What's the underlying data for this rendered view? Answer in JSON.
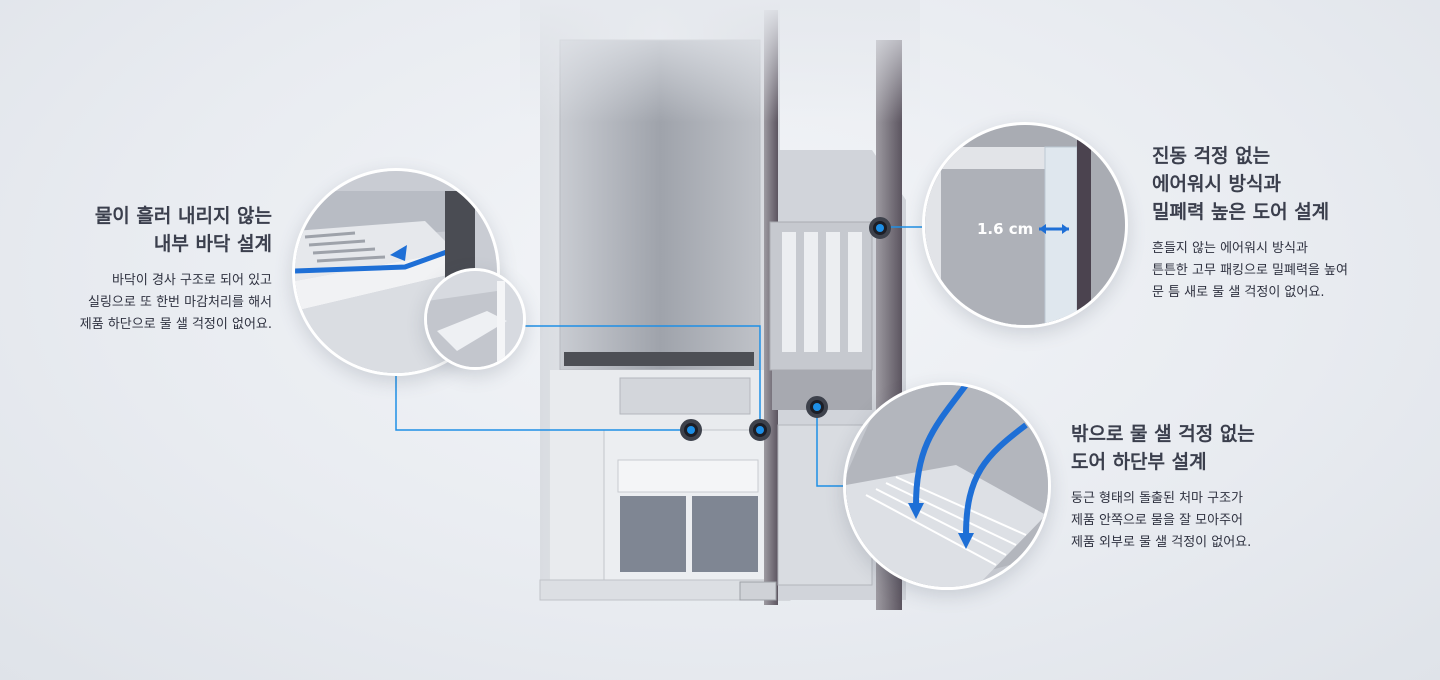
{
  "callouts": {
    "floor": {
      "title_line1": "물이 흘러 내리지 않는",
      "title_line2": "내부 바닥 설계",
      "desc_line1": "바닥이 경사 구조로 되어 있고",
      "desc_line2": "실링으로 또 한번 마감처리를 해서",
      "desc_line3": "제품 하단으로 물 샐 걱정이 없어요."
    },
    "airwash": {
      "title_line1": "진동 걱정 없는",
      "title_line2": "에어워시 방식과",
      "title_line3": "밀폐력 높은 도어 설계",
      "desc_line1": "흔들지 않는 에어워시 방식과",
      "desc_line2": "튼튼한 고무 패킹으로 밀폐력을 높여",
      "desc_line3": "문 틈 새로 물 샐 걱정이 없어요."
    },
    "door_bottom": {
      "title_line1": "밖으로 물 샐 걱정 없는",
      "title_line2": "도어 하단부 설계",
      "desc_line1": "둥근 형태의 돌출된 처마 구조가",
      "desc_line2": "제품 안쪽으로 물을 잘 모아주어",
      "desc_line3": "제품 외부로 물 샐 걱정이 없어요."
    }
  },
  "gasket_measure": "1.6 cm",
  "colors": {
    "accent_blue": "#1e8fe6",
    "dot_dark": "#1c1e26"
  }
}
